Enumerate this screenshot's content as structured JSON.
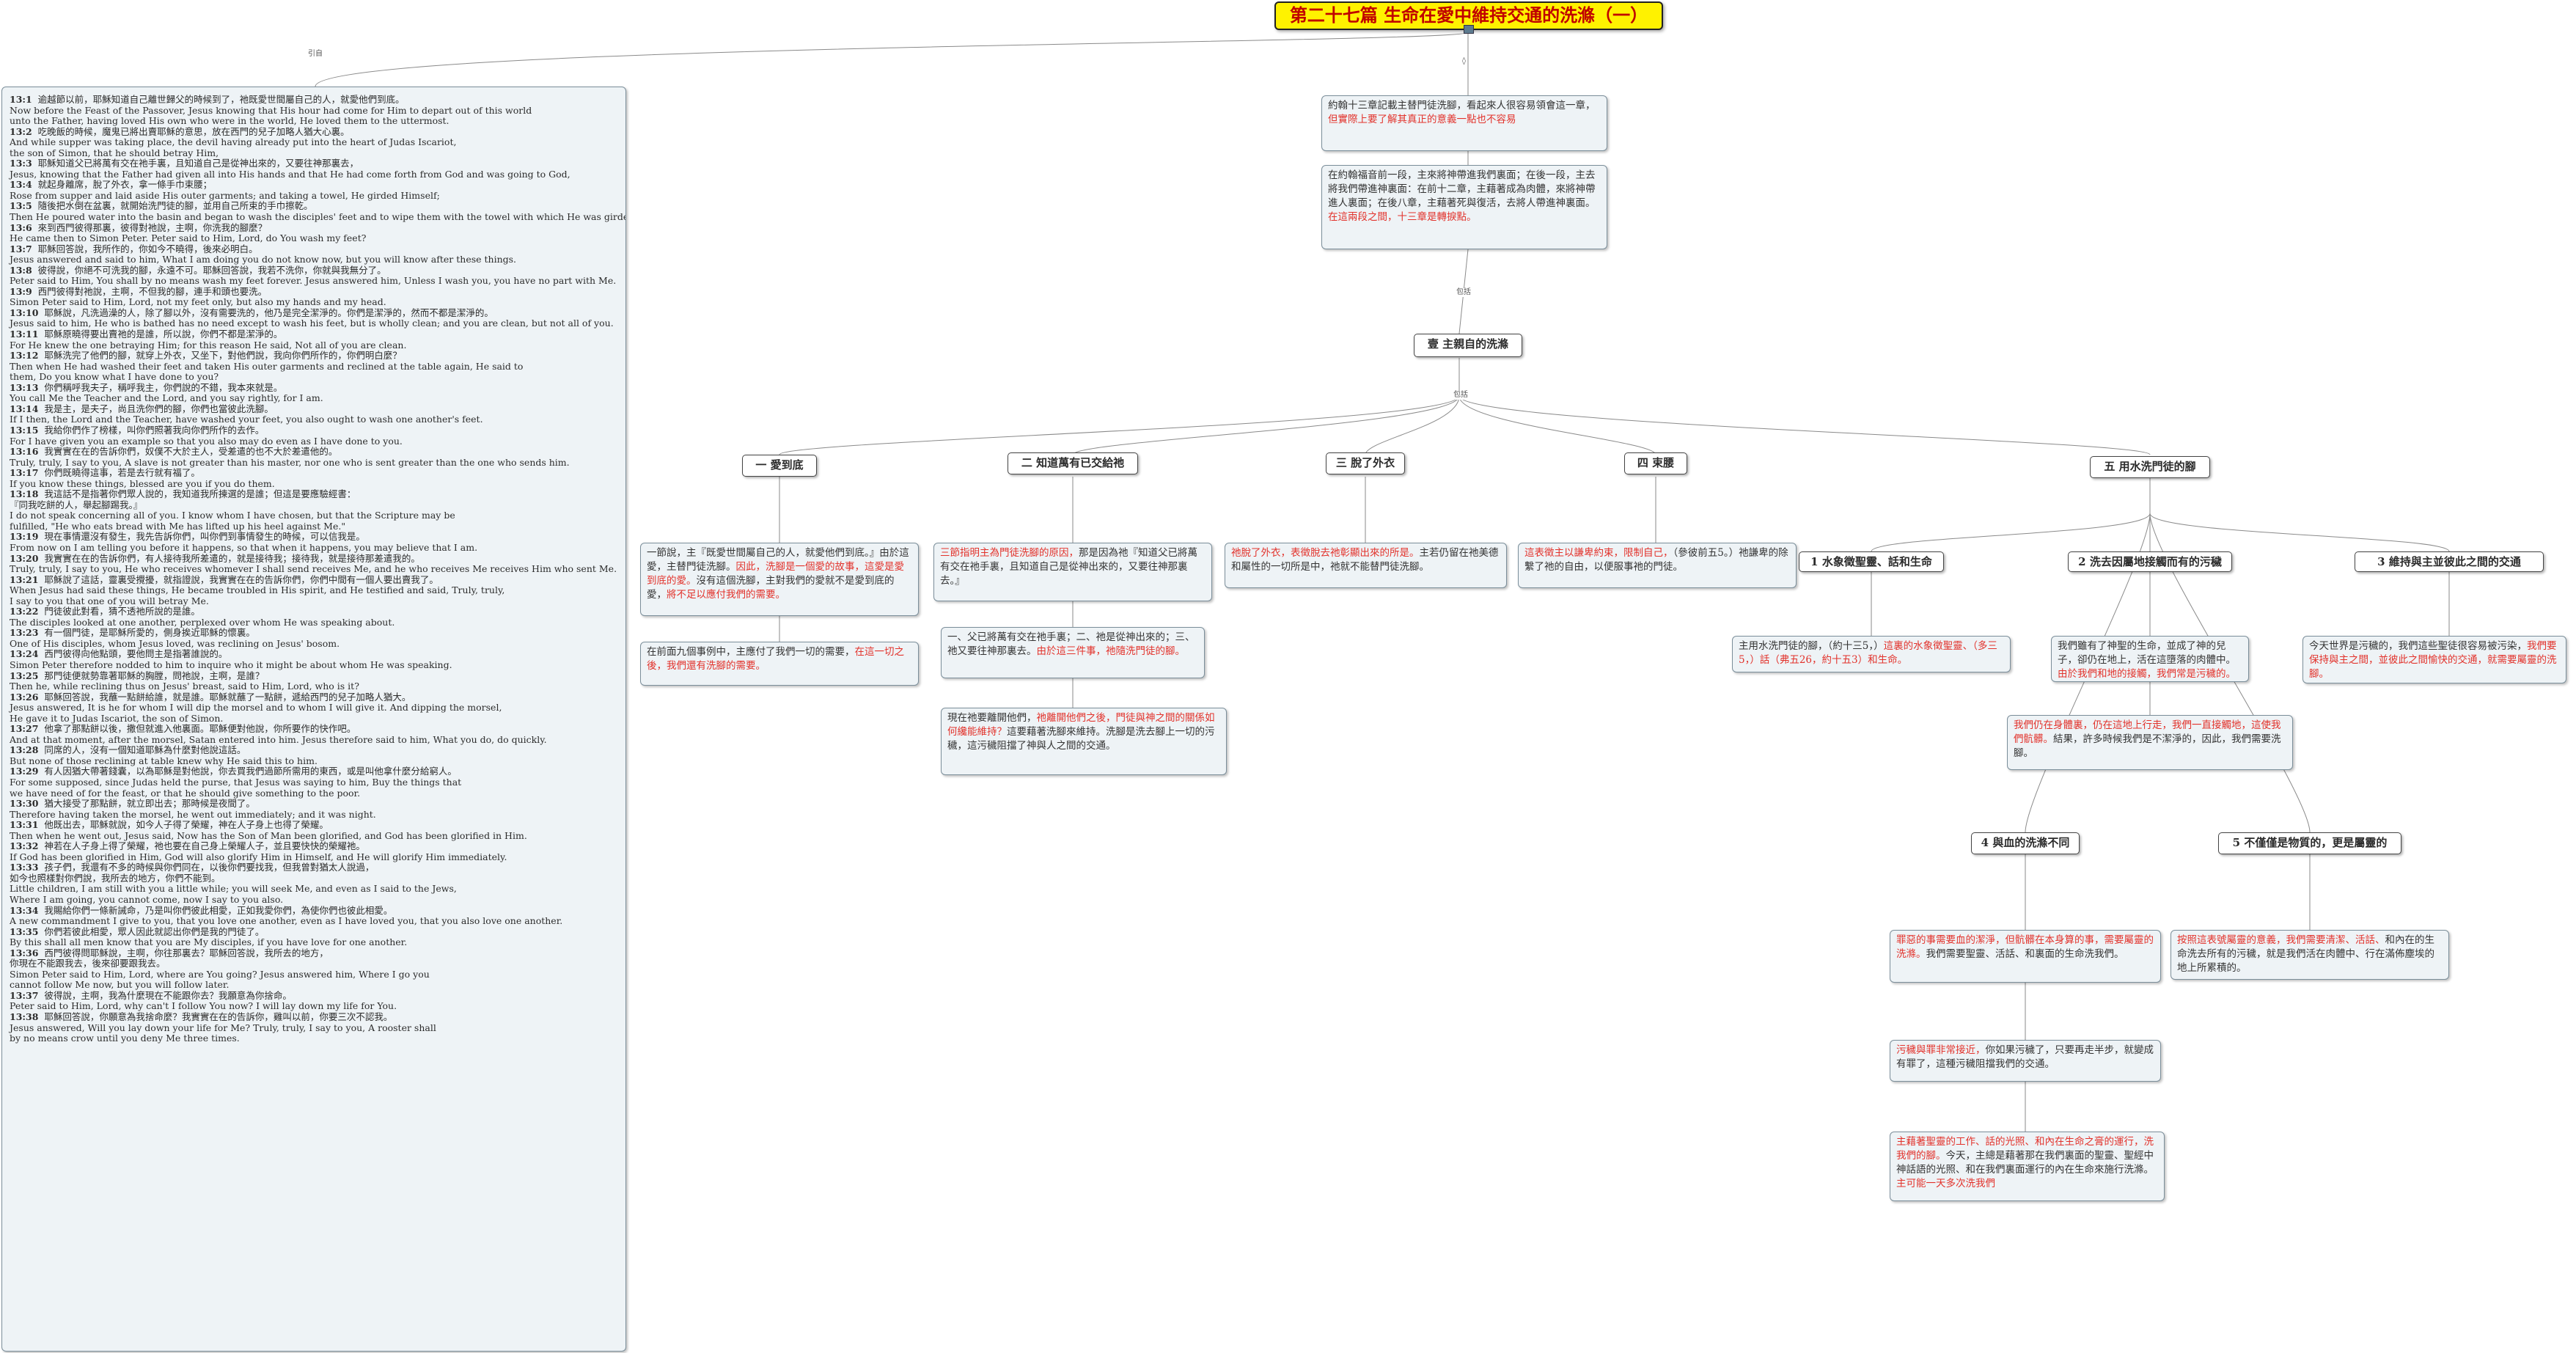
{
  "title": "第二十七篇 生命在愛中維持交通的洗滌（一）",
  "label_intro": "引自",
  "intro": [
    {
      "text": "約翰十三章記載主替門徒洗腳，看起來人很容易領會這一章，",
      "red": "但實際上要了解其真正的意義一點也不容易"
    }
  ],
  "intro2": {
    "text": "在約翰福音前一段，主來將神帶進我們裏面；在後一段，主去將我們帶進神裏面：在前十二章，主藉著成為肉體，來將神帶進人裏面；在後八章，主藉著死與復活，去將人帶進神裏面。",
    "red": "在這兩段之間，十三章是轉捩點。"
  },
  "label_includes": "包括",
  "label_including": "包括",
  "main_topic": "壹 主親自的洗滌",
  "subtopics": [
    {
      "title": "一 愛到底",
      "n1": {
        "text": "一節說，主『既愛世間屬自己的人，就愛他們到底。』由於這愛，主替門徒洗腳。",
        "red": "因此，洗腳是一個愛的故事，這愛是愛到底的愛。",
        "tail": "沒有這個洗腳，主對我們的愛就不是愛到底的愛，",
        "red2": "將不足以應付我們的需要。"
      },
      "n2": {
        "text": "在前面九個事例中，主應付了我們一切的需要，",
        "red": "在這一切之後，我們還有洗腳的需要。"
      }
    },
    {
      "title": "二 知道萬有已交給祂",
      "n1": {
        "red": "三節指明主為門徒洗腳的原因，",
        "text": "那是因為祂『知道父已將萬有交在祂手裏，且知道自己是從神出來的，又要往神那裏去。』"
      },
      "n2": {
        "text": "一、父已將萬有交在祂手裏；二、祂是從神出來的；三、祂又要往神那裏去。",
        "red": "由於這三件事，祂隨洗門徒的腳。"
      },
      "n3": {
        "text": "現在祂要離開他們，",
        "red": "祂離開他們之後，門徒與神之間的關係如何纔能維持？",
        "tail": "這要藉著洗腳來維持。洗腳是洗去腳上一切的污穢，這污穢阻擋了神與人之間的交通。"
      }
    },
    {
      "title": "三 脫了外衣",
      "n1": {
        "red": "祂脫了外衣，表徵脫去祂彰顯出來的所是。",
        "text": "主若仍留在祂美德和屬性的一切所是中，祂就不能替門徒洗腳。"
      }
    },
    {
      "title": "四 束腰",
      "n1": {
        "red": "這表徵主以謙卑約束，限制自己，",
        "text": "（參彼前五5。）祂謙卑的除繫了祂的自由，以便服事祂的門徒。"
      }
    },
    {
      "title": "五 用水洗門徒的腳",
      "children": [
        {
          "title": "1 水象徵聖靈、話和生命",
          "n1": {
            "text": "主用水洗門徒的腳，（約十三5，）",
            "red": "這裏的水象徵聖靈、（多三5，）話（弗五26，約十五3）和生命。"
          }
        },
        {
          "title": "2 洗去因屬地接觸而有的污穢",
          "n1": {
            "text": "我們雖有了神聖的生命，並成了神的兒子，卻仍在地上，活在這墮落的肉體中。",
            "red": "由於我們和地的接觸，我們常是污穢的。"
          },
          "n2": {
            "red": "我們仍在身體裏，仍在這地上行走，我們一直接觸地，這使我們骯髒。",
            "text": "結果，許多時候我們是不潔淨的，因此，我們需要洗腳。"
          }
        },
        {
          "title": "3 維持與主並彼此之間的交通",
          "n1": {
            "text": "今天世界是污穢的，我們這些聖徒很容易被污染，",
            "red": "我們要保持與主之間，並彼此之間愉快的交通，就需要屬靈的洗腳。"
          }
        },
        {
          "title": "4 與血的洗滌不同",
          "n1": {
            "red": "罪惡的事需要血的潔淨，但骯髒在本身算的事，需要屬靈的洗滌。",
            "text": "我們需要聖靈、活話、和裏面的生命洗我們。"
          },
          "n2": {
            "red": "污穢與罪非常接近，",
            "text": "你如果污穢了，只要再走半步，就變成有罪了，這種污穢阻擋我們的交通。"
          },
          "n3": {
            "red": "主藉著聖靈的工作、話的光照、和內在生命之膏的運行，洗我們的腳。",
            "text": "今天，主總是藉著那在我們裏面的聖靈、聖經中神話語的光照、和在我們裏面運行的內在生命來施行洗滌。",
            "red2": "主可能一天多次洗我們"
          }
        },
        {
          "title": "5 不僅僅是物質的，更是屬靈的",
          "n1": {
            "red": "按照這表號屬靈的意義，我們需要清潔、活話、",
            "text": "和內在的生命洗去所有的污穢，就是我們活在肉體中、行在滿佈塵埃的地上所累積的。"
          }
        }
      ]
    }
  ],
  "scripture": [
    {
      "ref": "13:1",
      "text": "逾越節以前，耶穌知道自己離世歸父的時候到了，祂既愛世間屬自己的人，就愛他們到底。"
    },
    {
      "text": "Now before the Feast of the Passover, Jesus knowing that His hour had come for Him to depart out of this world"
    },
    {
      "text": " unto the Father, having loved His own who were in the world, He loved them to the uttermost."
    },
    {
      "ref": "13:2",
      "text": "吃晚飯的時候，魔鬼已將出賣耶穌的意思，放在西門的兒子加略人猶大心裏。"
    },
    {
      "text": "And while supper was taking place, the devil having already put into the heart of Judas Iscariot,"
    },
    {
      "text": "the son of Simon, that he should betray Him,"
    },
    {
      "ref": "13:3",
      "text": "耶穌知道父已將萬有交在祂手裏，且知道自己是從神出來的，又要往神那裏去，"
    },
    {
      "text": "Jesus, knowing that the Father had given all into His hands and that He had come forth from God and was going to God,"
    },
    {
      "ref": "13:4",
      "text": "就起身離席，脫了外衣，拿一條手巾束腰；"
    },
    {
      "text": "Rose from supper and laid aside His outer garments; and taking a towel, He girded Himself;"
    },
    {
      "ref": "13:5",
      "text": "隨後把水倒在盆裏，就開始洗門徒的腳，並用自己所束的手巾擦乾。"
    },
    {
      "text": "Then He poured water into the basin and began to wash the disciples' feet and to wipe them with the towel with which He was girded."
    },
    {
      "ref": "13:6",
      "text": "來到西門彼得那裏，彼得對祂說，主啊，你洗我的腳麼？"
    },
    {
      "text": "He came then to Simon Peter. Peter said to Him, Lord, do You wash my feet?"
    },
    {
      "ref": "13:7",
      "text": "耶穌回答說，我所作的，你如今不曉得，後來必明白。"
    },
    {
      "text": "Jesus answered and said to him, What I am doing you do not know now, but you will know after these things."
    },
    {
      "ref": "13:8",
      "text": "彼得說，你絕不可洗我的腳，永遠不可。耶穌回答說，我若不洗你，你就與我無分了。"
    },
    {
      "text": "Peter said to Him, You shall by no means wash my feet forever. Jesus answered him, Unless I wash you, you have no part with Me."
    },
    {
      "ref": "13:9",
      "text": "西門彼得對祂說，主啊，不但我的腳，連手和頭也要洗。"
    },
    {
      "text": "Simon Peter said to Him, Lord, not my feet only, but also my hands and my head."
    },
    {
      "ref": "13:10",
      "text": "耶穌說，凡洗過澡的人，除了腳以外，沒有需要洗的，他乃是完全潔淨的。你們是潔淨的，然而不都是潔淨的。"
    },
    {
      "text": "Jesus said to him, He who is bathed has no need except to wash his feet, but is wholly clean; and you are clean, but not all of you."
    },
    {
      "ref": "13:11",
      "text": "耶穌原曉得要出賣祂的是誰，所以說，你們不都是潔淨的。"
    },
    {
      "text": "For He knew the one betraying Him; for this reason He said, Not all of you are clean."
    },
    {
      "ref": "13:12",
      "text": "耶穌洗完了他們的腳，就穿上外衣，又坐下，對他們說，我向你們所作的，你們明白麼？"
    },
    {
      "text": "Then when He had washed their feet and taken His outer garments and reclined at the table again, He said to"
    },
    {
      "text": "them, Do you know what I have done to you?"
    },
    {
      "ref": "13:13",
      "text": "你們稱呼我夫子，稱呼我主，你們說的不錯，我本來就是。"
    },
    {
      "text": "You call Me the Teacher and the Lord, and you say rightly, for I am."
    },
    {
      "ref": "13:14",
      "text": "我是主，是夫子，尚且洗你們的腳，你們也當彼此洗腳。"
    },
    {
      "text": "If I then, the Lord and the Teacher, have washed your feet, you also ought to wash one another's feet."
    },
    {
      "ref": "13:15",
      "text": "我給你們作了榜樣，叫你們照著我向你們所作的去作。"
    },
    {
      "text": "For I have given you an example so that you also may do even as I have done to you."
    },
    {
      "ref": "13:16",
      "text": "我實實在在的告訴你們，奴僕不大於主人，受差遣的也不大於差遣他的。"
    },
    {
      "text": "Truly, truly, I say to you, A slave is not greater than his master, nor one who is sent greater than the one who sends him."
    },
    {
      "ref": "13:17",
      "text": "你們既曉得這事，若是去行就有福了。"
    },
    {
      "text": "If you know these things, blessed are you if you do them."
    },
    {
      "ref": "13:18",
      "text": "我這話不是指著你們眾人說的，我知道我所揀選的是誰；但這是要應驗經書："
    },
    {
      "text": "『同我吃餅的人，舉起腳踢我。』"
    },
    {
      "text": "I do not speak concerning all of you. I know whom I have chosen, but that the Scripture may be"
    },
    {
      "text": "fulfilled, \"He who eats bread with Me has lifted up his heel against Me.\""
    },
    {
      "ref": "13:19",
      "text": "現在事情還沒有發生，我先告訴你們，叫你們到事情發生的時候，可以信我是。"
    },
    {
      "text": "From now on I am telling you before it happens, so that when it happens, you may believe that I am."
    },
    {
      "ref": "13:20",
      "text": "我實實在在的告訴你們，有人接待我所差遣的，就是接待我；接待我，就是接待那差遣我的。"
    },
    {
      "text": "Truly, truly, I say to you, He who receives whomever I shall send receives Me, and he who receives Me receives Him who sent Me."
    },
    {
      "ref": "13:21",
      "text": "耶穌說了這話，靈裏受攪擾，就指證說，我實實在在的告訴你們，你們中間有一個人要出賣我了。"
    },
    {
      "text": "When Jesus had said these things, He became troubled in His spirit, and He testified and said, Truly, truly,"
    },
    {
      "text": "I say to you that one of you will betray Me."
    },
    {
      "ref": "13:22",
      "text": "門徒彼此對看，猜不透祂所說的是誰。"
    },
    {
      "text": "The disciples looked at one another, perplexed over whom He was speaking about."
    },
    {
      "ref": "13:23",
      "text": "有一個門徒，是耶穌所愛的，側身挨近耶穌的懷裏。"
    },
    {
      "text": "One of His disciples, whom Jesus loved, was reclining on Jesus' bosom."
    },
    {
      "ref": "13:24",
      "text": "西門彼得向他點頭，要他問主是指著誰說的。"
    },
    {
      "text": "Simon Peter therefore nodded to him to inquire who it might be about whom He was speaking."
    },
    {
      "ref": "13:25",
      "text": "那門徒便就勢靠著耶穌的胸膛，問祂說，主啊，是誰？"
    },
    {
      "text": "Then he, while reclining thus on Jesus' breast, said to Him, Lord, who is it?"
    },
    {
      "ref": "13:26",
      "text": "耶穌回答說，我蘸一點餅給誰，就是誰。耶穌就蘸了一點餅，遞給西門的兒子加略人猶大。"
    },
    {
      "text": "Jesus answered, It is he for whom I will dip the morsel and to whom I will give it. And dipping the morsel,"
    },
    {
      "text": "He gave it to Judas Iscariot, the son of Simon."
    },
    {
      "ref": "13:27",
      "text": "他拿了那點餅以後，撒但就進入他裏面。耶穌便對他說，你所要作的快作吧。"
    },
    {
      "text": "And at that moment, after the morsel, Satan entered into him. Jesus therefore said to him, What you do, do quickly."
    },
    {
      "ref": "13:28",
      "text": "同席的人，沒有一個知道耶穌為什麼對他說這話。"
    },
    {
      "text": "But none of those reclining at table knew why He said this to him."
    },
    {
      "ref": "13:29",
      "text": "有人因猶大帶著錢囊，以為耶穌是對他說，你去買我們過節所需用的東西，或是叫他拿什麼分給窮人。"
    },
    {
      "text": "For some supposed, since Judas held the purse, that Jesus was saying to him, Buy the things that"
    },
    {
      "text": "we have need of for the feast, or that he should give something to the poor."
    },
    {
      "ref": "13:30",
      "text": "猶大接受了那點餅，就立即出去；那時候是夜間了。"
    },
    {
      "text": "Therefore having taken the morsel, he went out immediately; and it was night."
    },
    {
      "ref": "13:31",
      "text": "他既出去，耶穌就說，如今人子得了榮耀，神在人子身上也得了榮耀。"
    },
    {
      "text": "Then when he went out, Jesus said, Now has the Son of Man been glorified, and God has been glorified in Him."
    },
    {
      "ref": "13:32",
      "text": "神若在人子身上得了榮耀，祂也要在自己身上榮耀人子，並且要快快的榮耀祂。"
    },
    {
      "text": "If God has been glorified in Him, God will also glorify Him in Himself, and He will glorify Him immediately."
    },
    {
      "ref": "13:33",
      "text": "孩子們，我還有不多的時候與你們同在，以後你們要找我，但我曾對猶太人說過，"
    },
    {
      "text": "如今也照樣對你們說，我所去的地方，你們不能到。"
    },
    {
      "text": "Little children, I am still with you a little while; you will seek Me, and even as I said to the Jews,"
    },
    {
      "text": "Where I am going, you cannot come, now I say to you also."
    },
    {
      "ref": "13:34",
      "text": "我賜給你們一條新誡命，乃是叫你們彼此相愛，正如我愛你們，為使你們也彼此相愛。"
    },
    {
      "text": "A new commandment I give to you, that you love one another, even as I have loved you, that you also love one another."
    },
    {
      "ref": "13:35",
      "text": "你們若彼此相愛，眾人因此就認出你們是我的門徒了。"
    },
    {
      "text": "By this shall all men know that you are My disciples, if you have love for one another."
    },
    {
      "ref": "13:36",
      "text": "西門彼得問耶穌說，主啊，你往那裏去？耶穌回答說，我所去的地方，"
    },
    {
      "text": "你現在不能跟我去，後來卻要跟我去。"
    },
    {
      "text": "Simon Peter said to Him, Lord, where are You going? Jesus answered him, Where I go you"
    },
    {
      "text": "cannot follow Me now, but you will follow later."
    },
    {
      "ref": "13:37",
      "text": "彼得說，主啊，我為什麼現在不能跟你去？我願意為你捨命。"
    },
    {
      "text": "Peter said to Him, Lord, why can't I follow You now? I will lay down my life for You."
    },
    {
      "ref": "13:38",
      "text": "耶穌回答說，你願意為我捨命麼？我實實在在的告訴你，雞叫以前，你要三次不認我。"
    },
    {
      "text": "Jesus answered, Will you lay down your life for Me? Truly, truly, I say to you, A rooster shall"
    },
    {
      "text": "by no means crow until you deny Me three times."
    }
  ]
}
